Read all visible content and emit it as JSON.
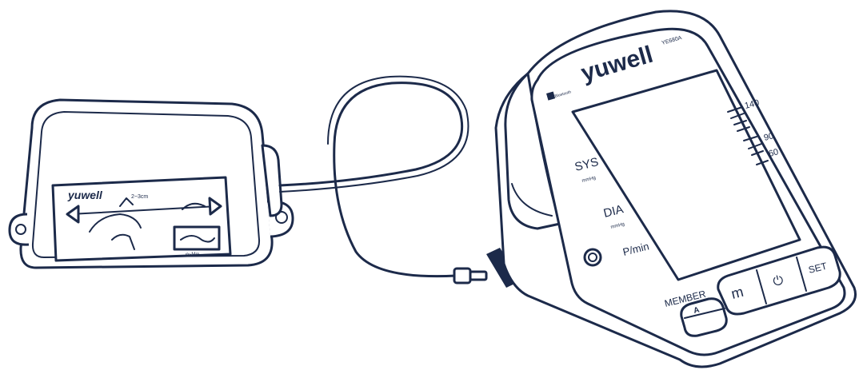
{
  "cuff": {
    "brand": "yuwell",
    "fit_note": "2~3cm",
    "tube_note": "φ~Mm"
  },
  "monitor": {
    "brand": "yuwell",
    "model": "YE680A",
    "badge": "Bluetooth",
    "labels": {
      "sys": "SYS",
      "sys_unit": "mmHg",
      "dia": "DIA",
      "dia_unit": "mmHg",
      "pulse": "P/min",
      "member": "MEMBER"
    },
    "scale": [
      "140",
      "90",
      "60"
    ],
    "buttons": {
      "member_key": "A",
      "memory": "m",
      "power": "⏻",
      "set": "SET"
    }
  },
  "colors": {
    "line": "#1c2a4a",
    "arrow": "#1c2a4a",
    "background": "#ffffff"
  }
}
